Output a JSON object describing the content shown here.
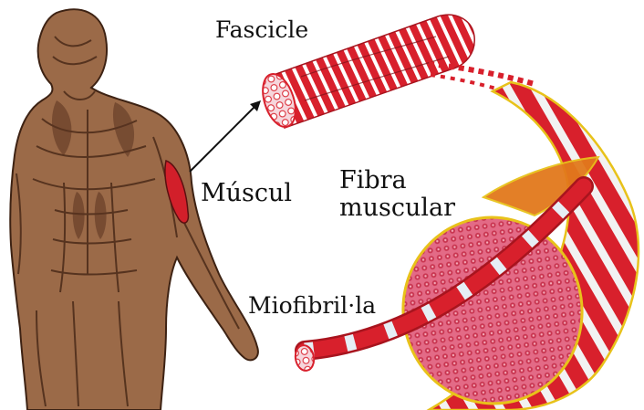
{
  "labels": {
    "fascicle": "Fascicle",
    "muscle": "Múscul",
    "fiber_line1": "Fibra",
    "fiber_line2": "muscular",
    "myofibril": "Miofibril·la"
  },
  "colors": {
    "background": "#ffffff",
    "body_skin": "#9b6a48",
    "body_shadow": "#4a2a18",
    "muscle_highlight": "#d21f2a",
    "fiber_red": "#d8202c",
    "fiber_stripe": "#f2f2f2",
    "fiber_edge": "#e8c21a",
    "crosssection_pink": "#e05a7a",
    "crosssection_dots": "#c8344f",
    "myofibril_band": "#e6eef5"
  }
}
